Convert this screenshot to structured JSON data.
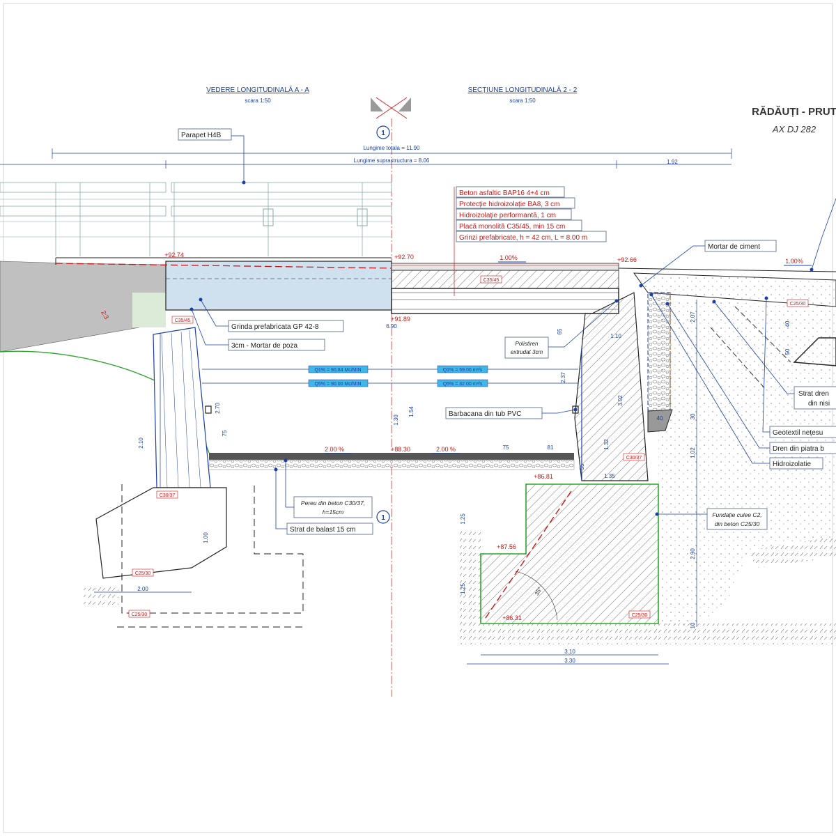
{
  "colors": {
    "blue": "#1a3fa8",
    "red": "#d11414",
    "green": "#2aa52a",
    "hatch": "#555555",
    "fill_light": "#cfe0ef"
  },
  "headings": {
    "left_title": "VEDERE LONGITUDINALĂ A - A",
    "left_scale": "scara 1:50",
    "right_title": "SECȚIUNE LONGITUDINALĂ 2 - 2",
    "right_scale": "scara 1:50",
    "project": "RĂDĂUȚI - PRUT",
    "axis": "AX DJ 282",
    "section_marker": "1"
  },
  "dimensions": {
    "total_length": "Lungime totala = 11.90",
    "superstructure_length": "Lungime suprastructura = 8.06",
    "right_segment": "1.92",
    "span": "6.90",
    "d_2_07": "2.07",
    "d_40a": "40",
    "d_50": "50",
    "d_65": "65",
    "d_1_10": "1.10",
    "d_2_37": "2.37",
    "d_3_02": "3.02",
    "d_2_70": "2.70",
    "d_2_10": "2.10",
    "d_75a": "75",
    "d_1_30": "1.30",
    "d_1_54": "1.54",
    "d_75b": "75",
    "d_81": "81",
    "d_1_32": "1.32",
    "d_55": "55",
    "d_1_35": "1.35",
    "d_30": "30",
    "d_1_02": "1.02",
    "d_40b": "40",
    "d_1_00": "1.00",
    "d_2_00": "2.00",
    "d_1_25a": "1.25",
    "d_1_25b": "1.25",
    "d_2_90": "2.90",
    "d_10": "10",
    "d_3_10": "3.10",
    "d_3_30": "3.30",
    "angle": "35°"
  },
  "elevations": {
    "e1": "+92.74",
    "e2": "+92.70",
    "e3": "+92.66",
    "e4": "+91.89",
    "e5": "+88.30",
    "e6": "+86.81",
    "e7": "+87.56",
    "e8": "+86.31"
  },
  "slopes": {
    "s1": "1.00%",
    "s2": "1.00%",
    "s3": "2.00 %",
    "s4": "2.00 %",
    "embank": "2:3"
  },
  "flows": {
    "q1": "Q1% = 90.84 Mc/MIN",
    "q5": "Q5% = 90.00 Mc/MIN",
    "q1b": "Q1% = 59.00 m³/s",
    "q5b": "Q5% = 32.00 m³/s"
  },
  "concrete": {
    "c1": "C35/45",
    "c2": "C35/45",
    "c3": "C30/37",
    "c4": "C25/30",
    "c5": "C25/30",
    "c6": "C30/37",
    "c7": "C25/30",
    "c8": "C25/30"
  },
  "layers": [
    "Beton asfaltic BAP16 4+4 cm",
    "Protecție hidroizolație BA8, 3 cm",
    "Hidroizolație performantă, 1 cm",
    "Placă monolită C35/45, min 15 cm",
    "Grinzi prefabricate, h = 42 cm, L = 8.00 m"
  ],
  "labels": {
    "parapet": "Parapet H4B",
    "mortar_ciment": "Mortar de ciment",
    "grinda": "Grinda prefabricata GP 42-8",
    "mortar_poza": "3cm - Mortar de poza",
    "polistiren_1": "Polistiren",
    "polistiren_2": "extrudat 3cm",
    "barbacana": "Barbacana din tub PVC",
    "pereu_1": "Pereu din beton C30/37,",
    "pereu_2": "h=15cm",
    "balast": "Strat de balast 15 cm",
    "fundatie_1": "Fundație culee C2,",
    "fundatie_2": "din beton C25/30",
    "strat_dren_1": "Strat dren",
    "strat_dren_2": "din nisi",
    "geotextil": "Geotextil nețesu",
    "dren_piatra": "Dren din piatra b",
    "hidroizolatie": "Hidroizolatie"
  }
}
